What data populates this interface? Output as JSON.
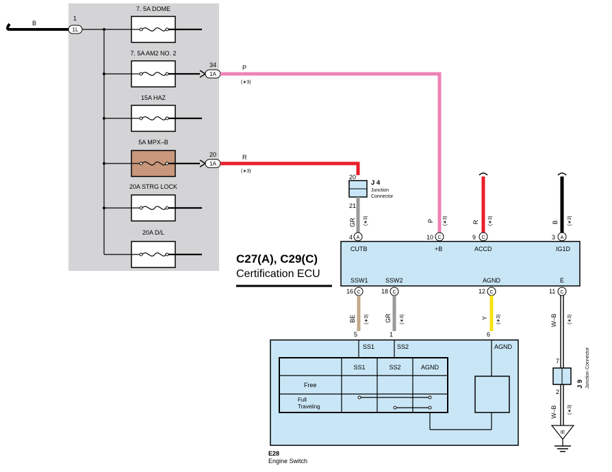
{
  "colors": {
    "panel": "#d4d4d6",
    "ecu_fill": "#c9e6f6",
    "pink": "#ee82b4",
    "red": "#e8202a",
    "gray": "#9a9a9a",
    "tan": "#c2a88c",
    "yellow": "#f7e212",
    "black": "#000000",
    "fuse_highlight": "#c8977c"
  },
  "fuse_box": {
    "fuses": [
      {
        "label": "7. 5A DOME"
      },
      {
        "label": "7. 5A AM2 NO. 2"
      },
      {
        "label": "15A HAZ"
      },
      {
        "label": "5A MPX–B"
      },
      {
        "label": "20A STRG LOCK"
      },
      {
        "label": "20A D/L"
      }
    ],
    "input": {
      "pin": "1",
      "conn": "1L",
      "wire": "B"
    },
    "out_am2": {
      "pin": "34",
      "conn": "1A",
      "wire": "P",
      "note": "(∗3)"
    },
    "out_mpxb": {
      "pin": "20",
      "conn": "1A",
      "wire": "R",
      "note": "(∗3)"
    }
  },
  "junction_j4": {
    "id": "J 4",
    "name_line1": "Junction",
    "name_line2": "Connector",
    "pin_top": "20",
    "pin_bottom": "21"
  },
  "ecu": {
    "title": "C27(A), C29(C)",
    "name": "Certification ECU",
    "top_pins": [
      {
        "num": "4",
        "conn": "A",
        "label": "CUTB",
        "wire": "GR",
        "note": "(∗3)"
      },
      {
        "num": "10",
        "conn": "C",
        "label": "+B",
        "wire": "P",
        "note": "(∗3)"
      },
      {
        "num": "9",
        "conn": "C",
        "label": "ACCD",
        "wire": "R",
        "note": "(∗3)"
      },
      {
        "num": "3",
        "conn": "A",
        "label": "IG1D",
        "wire": "B",
        "note": "(∗3)"
      }
    ],
    "bottom_pins": [
      {
        "num": "16",
        "conn": "C",
        "label": "SSW1",
        "wire": "BE",
        "note": "(∗3)"
      },
      {
        "num": "18",
        "conn": "C",
        "label": "SSW2",
        "wire": "GR",
        "note": "(∗3)"
      },
      {
        "num": "12",
        "conn": "C",
        "label": "AGND",
        "wire": "Y",
        "note": "(∗3)"
      },
      {
        "num": "11",
        "conn": "C",
        "label": "E",
        "wire": "W–B",
        "note": "(∗3)"
      }
    ]
  },
  "engine_switch": {
    "id": "E28",
    "name": "Engine Switch",
    "pins": [
      {
        "num": "5",
        "label": "SS1"
      },
      {
        "num": "1",
        "label": "SS2"
      },
      {
        "num": "6",
        "label": "AGND"
      }
    ],
    "table": {
      "headers": [
        "SS1",
        "SS2",
        "AGND"
      ],
      "rows": [
        {
          "line1": "Free",
          "line2": ""
        },
        {
          "line1": "Full",
          "line2": "Traveling"
        }
      ]
    }
  },
  "junction_j9": {
    "id": "J 9",
    "name": "Junction Connector",
    "pin_top": "7",
    "pin_bottom": "2",
    "wire": "W–B",
    "note": "(∗3)"
  },
  "ground": {
    "label": "IE"
  }
}
